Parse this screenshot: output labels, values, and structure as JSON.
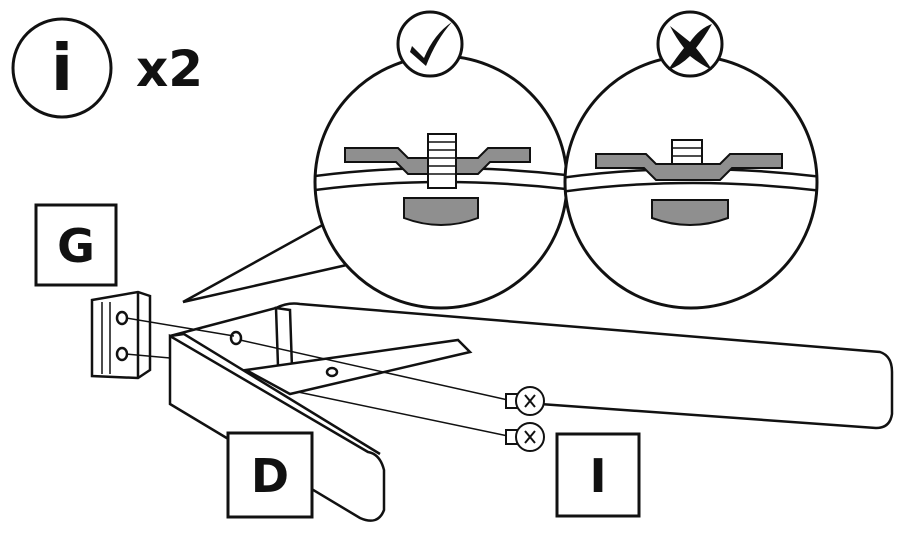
{
  "info_badge": {
    "glyph": "i",
    "quantity": "x2"
  },
  "verdict_icons": {
    "correct": "checkmark-icon",
    "incorrect": "cross-icon"
  },
  "part_labels": {
    "bracket": "G",
    "rail": "D",
    "screw": "I"
  },
  "colors": {
    "ink": "#111111",
    "fill_gray": "#8f8f8f",
    "paper": "#ffffff"
  }
}
